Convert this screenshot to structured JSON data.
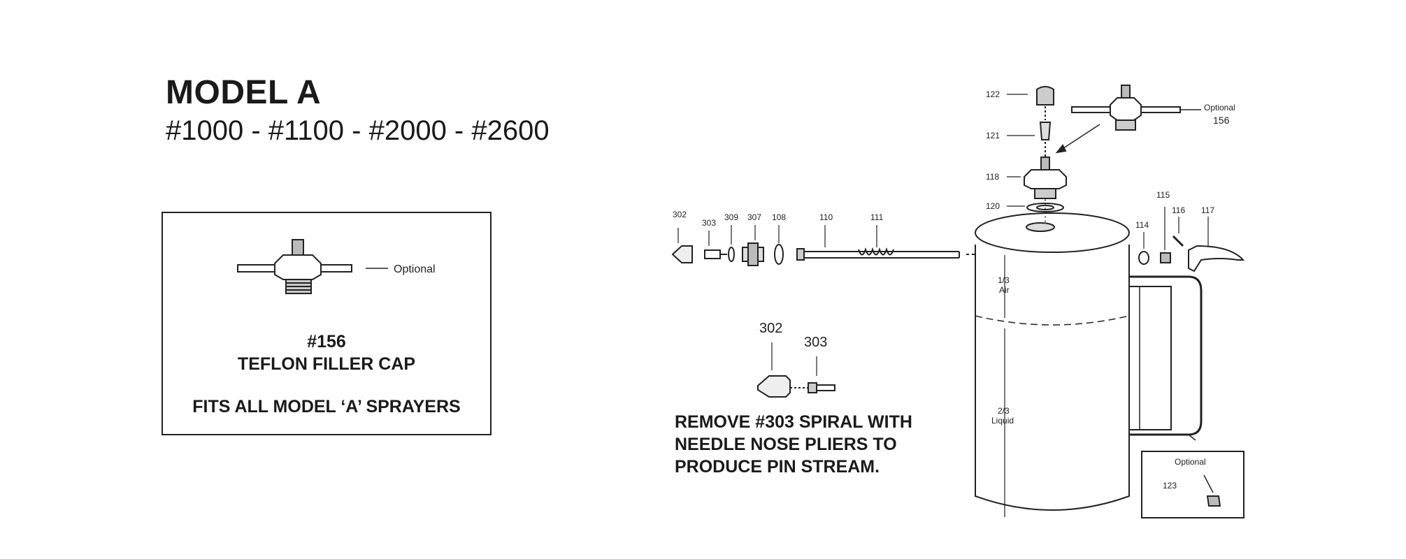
{
  "header": {
    "title": "MODEL A",
    "subtitle": "#1000 - #1100 - #2000 - #2600"
  },
  "filler_cap_box": {
    "optional_label": "Optional",
    "part_number": "#156",
    "part_name": "TEFLON FILLER CAP",
    "fits_note": "FITS ALL MODEL ‘A’ SPRAYERS"
  },
  "nozzle_detail": {
    "label_302": "302",
    "label_303": "303",
    "note_lines": [
      "REMOVE #303 SPIRAL WITH",
      "NEEDLE NOSE PLIERS TO",
      "PRODUCE PIN STREAM."
    ]
  },
  "diagram": {
    "part_labels": {
      "p302": "302",
      "p303": "303",
      "p309": "309",
      "p307": "307",
      "p108": "108",
      "p110": "110",
      "p111": "111",
      "p122": "122",
      "p121": "121",
      "p118": "118",
      "p120": "120",
      "p114": "114",
      "p115": "115",
      "p116": "116",
      "p117": "117",
      "p123": "123"
    },
    "optional_156_label": "Optional",
    "optional_156_number": "156",
    "optional_123_label": "Optional",
    "air_label": [
      "1/3",
      "Air"
    ],
    "liquid_label": [
      "2/3",
      "Liquid"
    ]
  }
}
